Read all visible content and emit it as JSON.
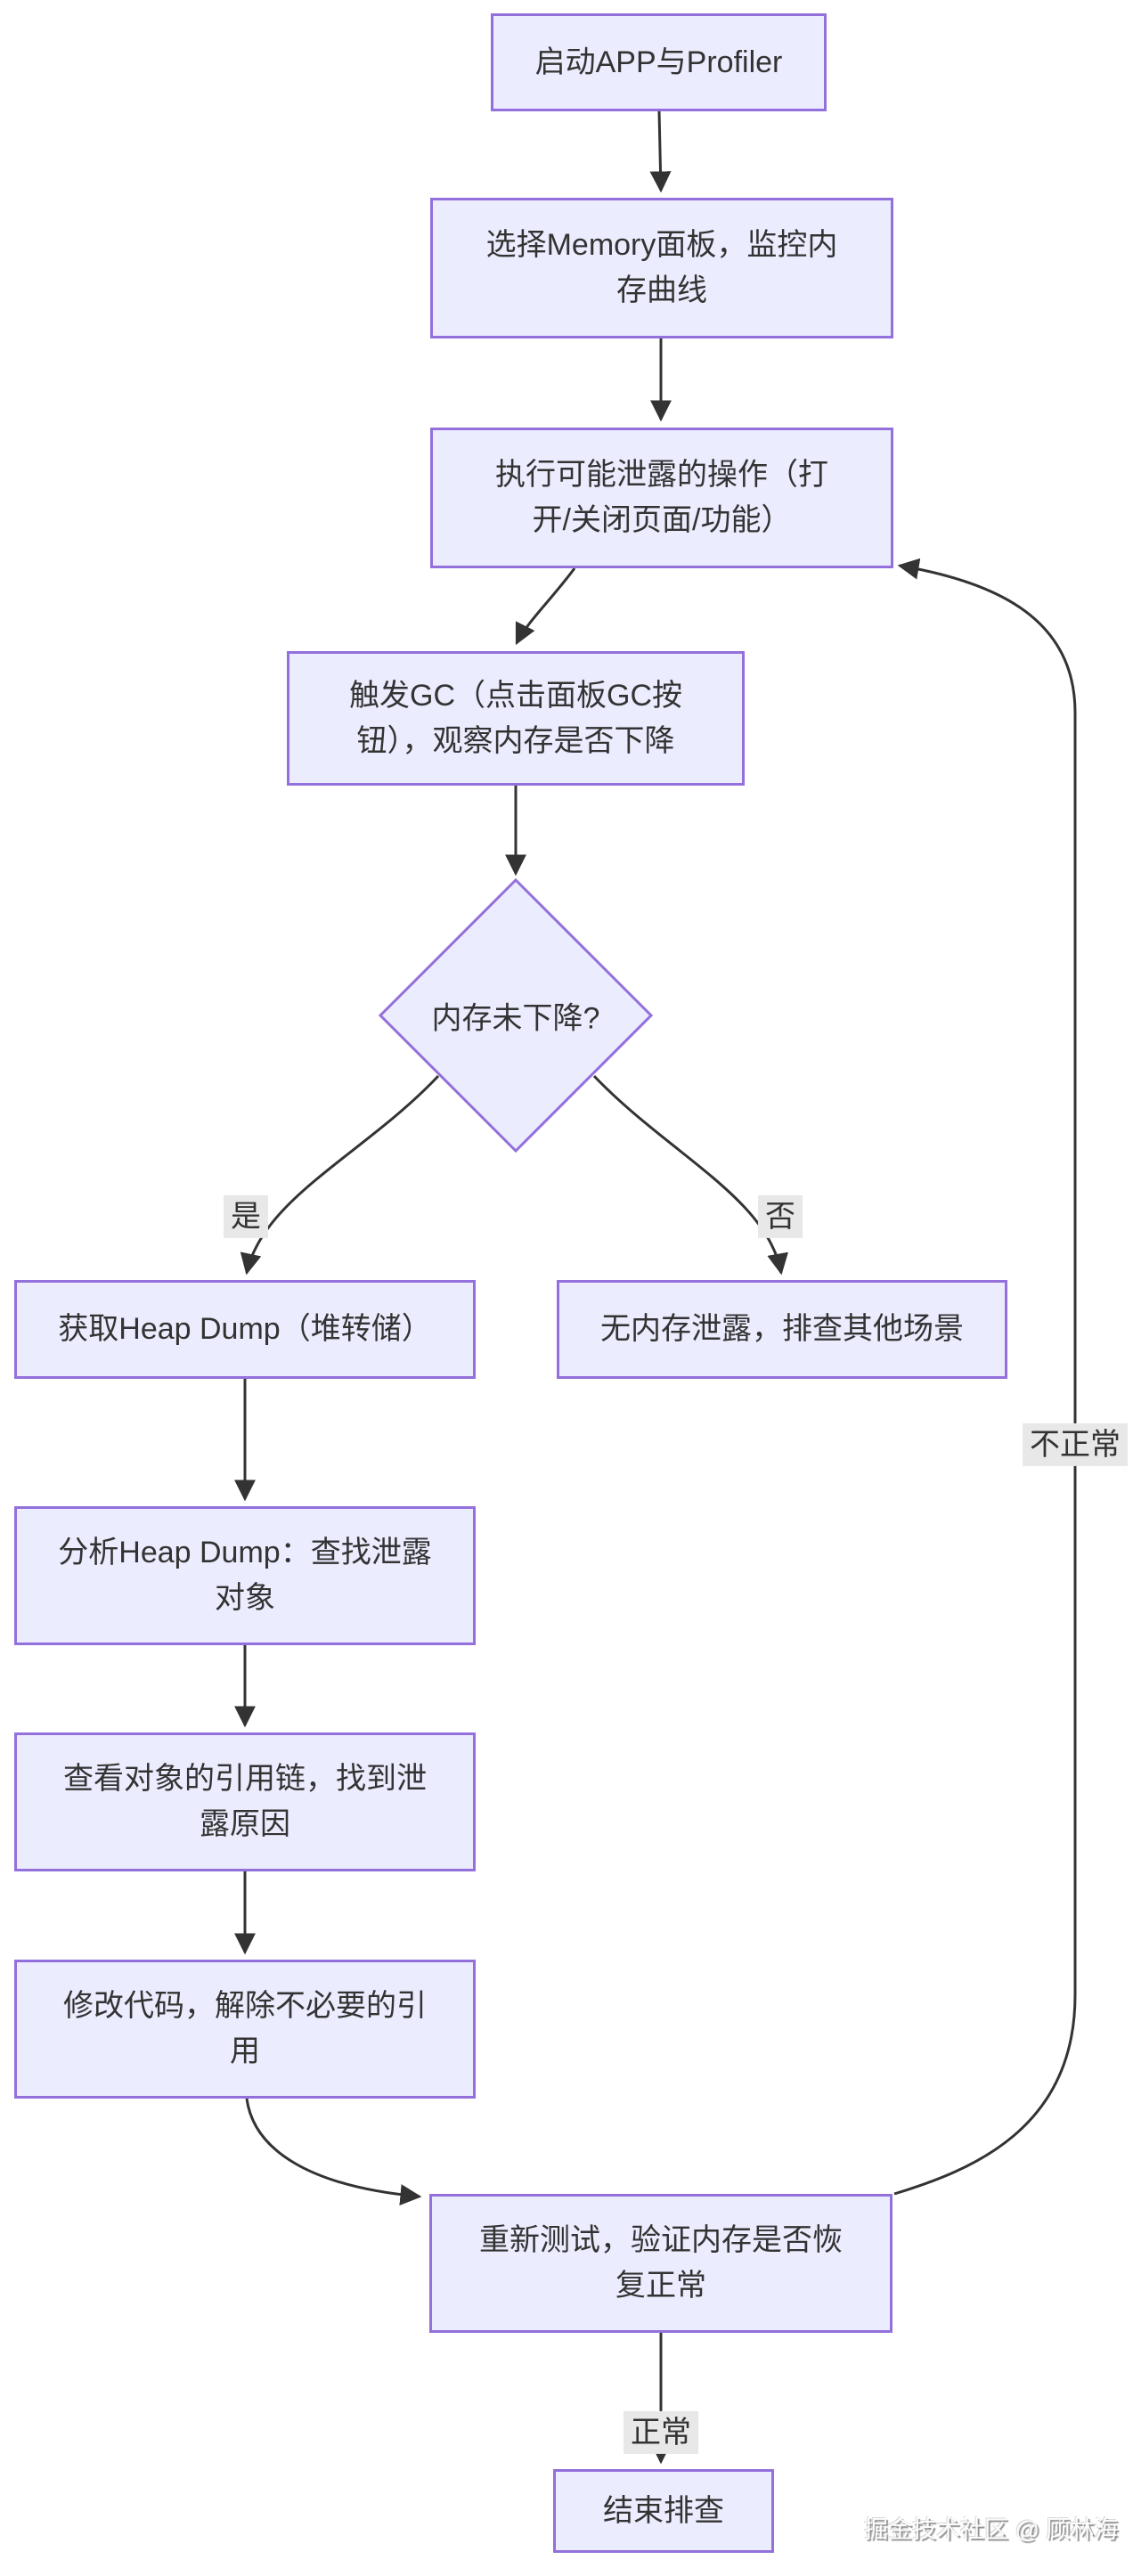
{
  "diagram": {
    "nodes": {
      "start": {
        "label": "启动APP与Profiler"
      },
      "memory_panel": {
        "label": "选择Memory面板，监控内\n存曲线"
      },
      "leak_ops": {
        "label": "执行可能泄露的操作（打\n开/关闭页面/功能）"
      },
      "trigger_gc": {
        "label": "触发GC（点击面板GC按\n钮），观察内存是否下降"
      },
      "decision": {
        "label": "内存未下降?"
      },
      "heap_dump": {
        "label": "获取Heap Dump（堆转储）"
      },
      "no_leak": {
        "label": "无内存泄露，排查其他场景"
      },
      "analyze": {
        "label": "分析Heap Dump：查找泄露\n对象"
      },
      "ref_chain": {
        "label": "查看对象的引用链，找到泄\n露原因"
      },
      "fix_code": {
        "label": "修改代码，解除不必要的引\n用"
      },
      "retest": {
        "label": "重新测试，验证内存是否恢\n复正常"
      },
      "end": {
        "label": "结束排查"
      }
    },
    "edge_labels": {
      "yes": "是",
      "no": "否",
      "abnormal": "不正常",
      "normal": "正常"
    },
    "watermark": "掘金技术社区 @ 顾林海",
    "colors": {
      "node_fill": "#ECECFF",
      "node_border": "#9370DB",
      "edge": "#333333",
      "label_bg": "#e8e8e8",
      "text": "#333333",
      "watermark_shadow": "#8f8f8f"
    }
  }
}
